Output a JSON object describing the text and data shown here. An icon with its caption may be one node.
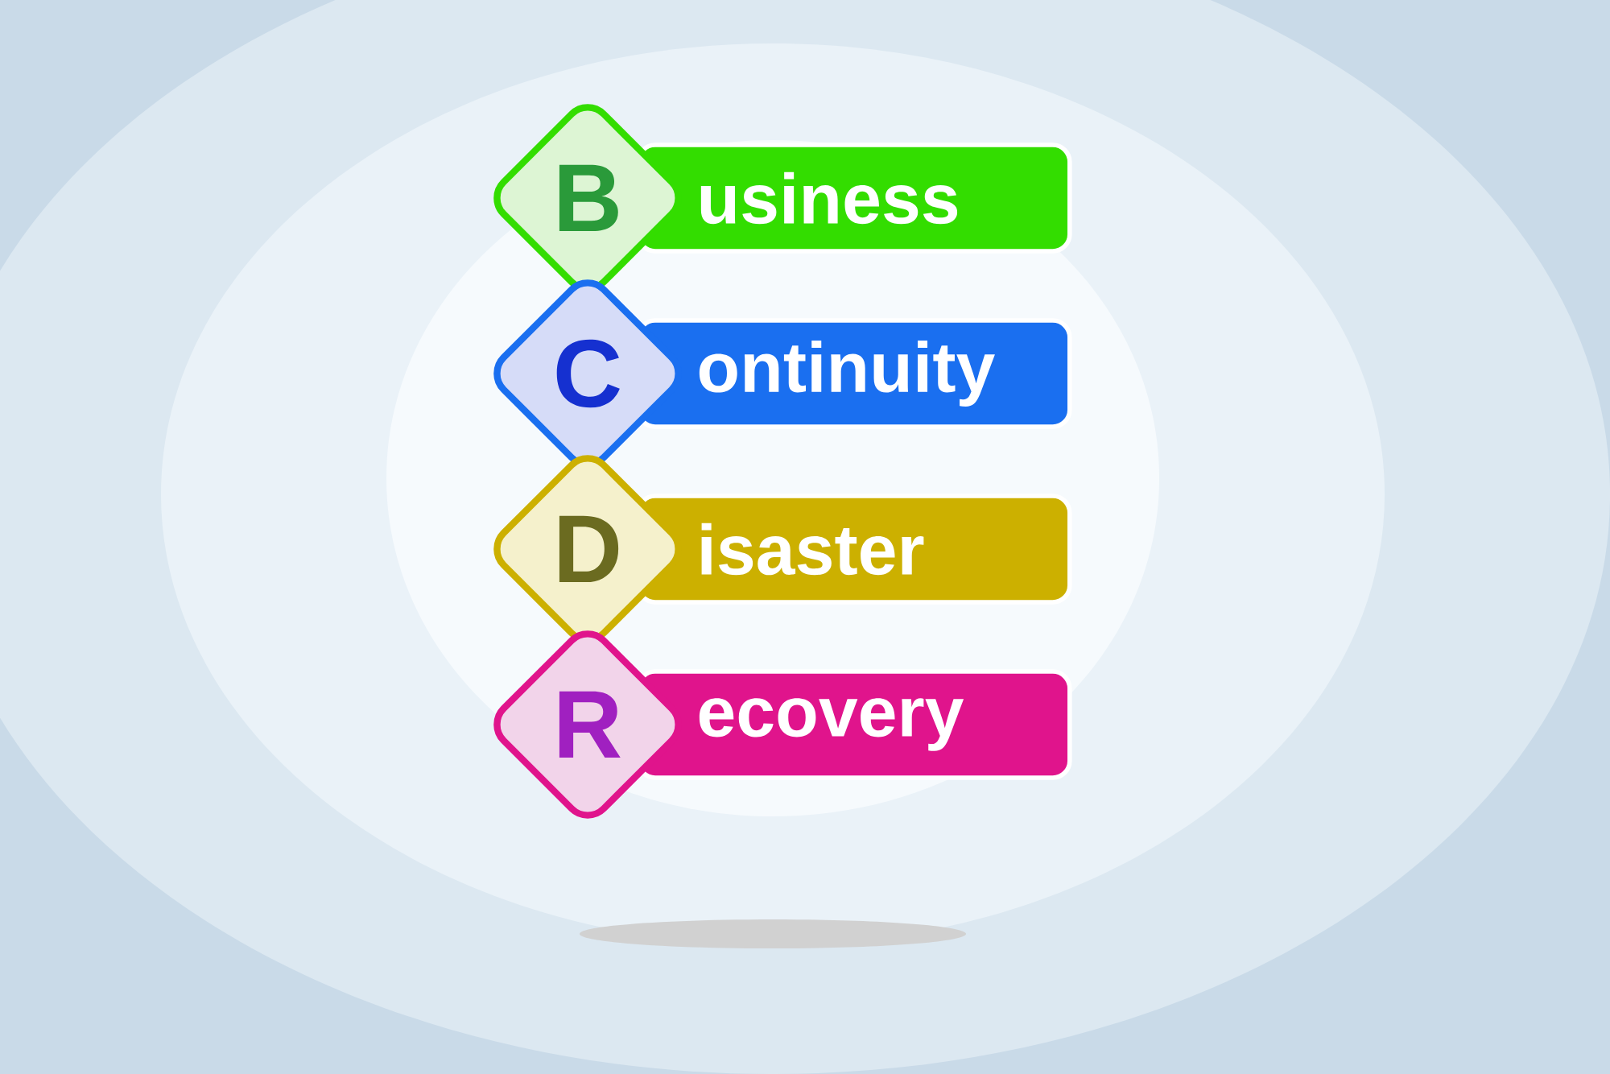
{
  "diagram": {
    "nodes": [
      {
        "text": [
          "B"
        ]
      },
      {
        "text": [
          "usiness"
        ]
      },
      {
        "text": [
          "C"
        ]
      },
      {
        "text": [
          "ontinuity"
        ]
      },
      {
        "text": [
          "D"
        ]
      },
      {
        "text": [
          "isaster"
        ]
      },
      {
        "text": [
          "R"
        ]
      },
      {
        "text": [
          "ecovery"
        ]
      }
    ]
  }
}
